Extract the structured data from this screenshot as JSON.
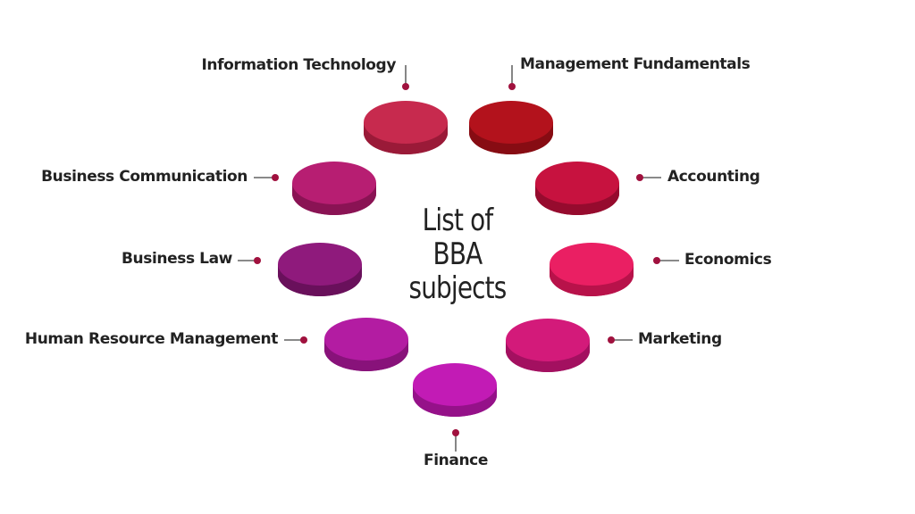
{
  "title": {
    "line1": "List of",
    "line2": "BBA",
    "line3": "subjects"
  },
  "subjects": [
    {
      "label": "Information Technology",
      "color": "#c72a4e",
      "side": "#9a1a38"
    },
    {
      "label": "Management Fundamentals",
      "color": "#b3121c",
      "side": "#870c13"
    },
    {
      "label": "Accounting",
      "color": "#c7123f",
      "side": "#960b2e"
    },
    {
      "label": "Economics",
      "color": "#ea1f63",
      "side": "#b8124a"
    },
    {
      "label": "Marketing",
      "color": "#d31a7a",
      "side": "#a31060"
    },
    {
      "label": "Finance",
      "color": "#c21bb5",
      "side": "#951189"
    },
    {
      "label": "Human Resource Management",
      "color": "#b31ca2",
      "side": "#88127a"
    },
    {
      "label": "Business Law",
      "color": "#8f1a7c",
      "side": "#69105b"
    },
    {
      "label": "Business Communication",
      "color": "#b71e72",
      "side": "#8a1354"
    }
  ],
  "dot_color": "#a0113e",
  "line_color": "#444444"
}
